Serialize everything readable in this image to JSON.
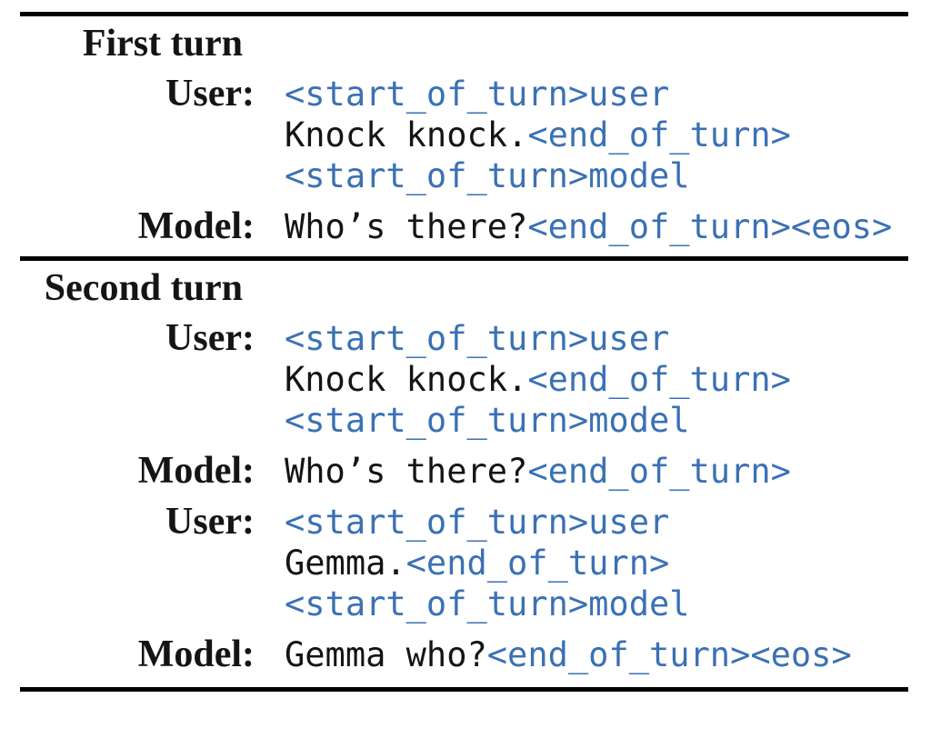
{
  "colors": {
    "token_blue": "#3B71B4",
    "text": "#141414",
    "rule": "#000000",
    "background": "#ffffff"
  },
  "table": {
    "description": "Example multi-turn dialogue formatted with user and model control tokens",
    "sections": [
      {
        "title": "First turn",
        "rows": [
          {
            "label": "User:",
            "lines": [
              [
                {
                  "text": "<start_of_turn>user",
                  "token": true
                }
              ],
              [
                {
                  "text": "Knock knock.",
                  "token": false
                },
                {
                  "text": "<end_of_turn>",
                  "token": true
                }
              ],
              [
                {
                  "text": "<start_of_turn>model",
                  "token": true
                }
              ]
            ]
          },
          {
            "label": "Model:",
            "lines": [
              [
                {
                  "text": "Who’s there?",
                  "token": false
                },
                {
                  "text": "<end_of_turn><eos>",
                  "token": true
                }
              ]
            ]
          }
        ]
      },
      {
        "title": "Second turn",
        "rows": [
          {
            "label": "User:",
            "lines": [
              [
                {
                  "text": "<start_of_turn>user",
                  "token": true
                }
              ],
              [
                {
                  "text": "Knock knock.",
                  "token": false
                },
                {
                  "text": "<end_of_turn>",
                  "token": true
                }
              ],
              [
                {
                  "text": "<start_of_turn>model",
                  "token": true
                }
              ]
            ]
          },
          {
            "label": "Model:",
            "lines": [
              [
                {
                  "text": "Who’s there?",
                  "token": false
                },
                {
                  "text": "<end_of_turn>",
                  "token": true
                }
              ]
            ]
          },
          {
            "label": "User:",
            "lines": [
              [
                {
                  "text": "<start_of_turn>user",
                  "token": true
                }
              ],
              [
                {
                  "text": "Gemma.",
                  "token": false
                },
                {
                  "text": "<end_of_turn>",
                  "token": true
                }
              ],
              [
                {
                  "text": "<start_of_turn>model",
                  "token": true
                }
              ]
            ]
          },
          {
            "label": "Model:",
            "lines": [
              [
                {
                  "text": "Gemma who?",
                  "token": false
                },
                {
                  "text": "<end_of_turn><eos>",
                  "token": true
                }
              ]
            ]
          }
        ]
      }
    ]
  }
}
